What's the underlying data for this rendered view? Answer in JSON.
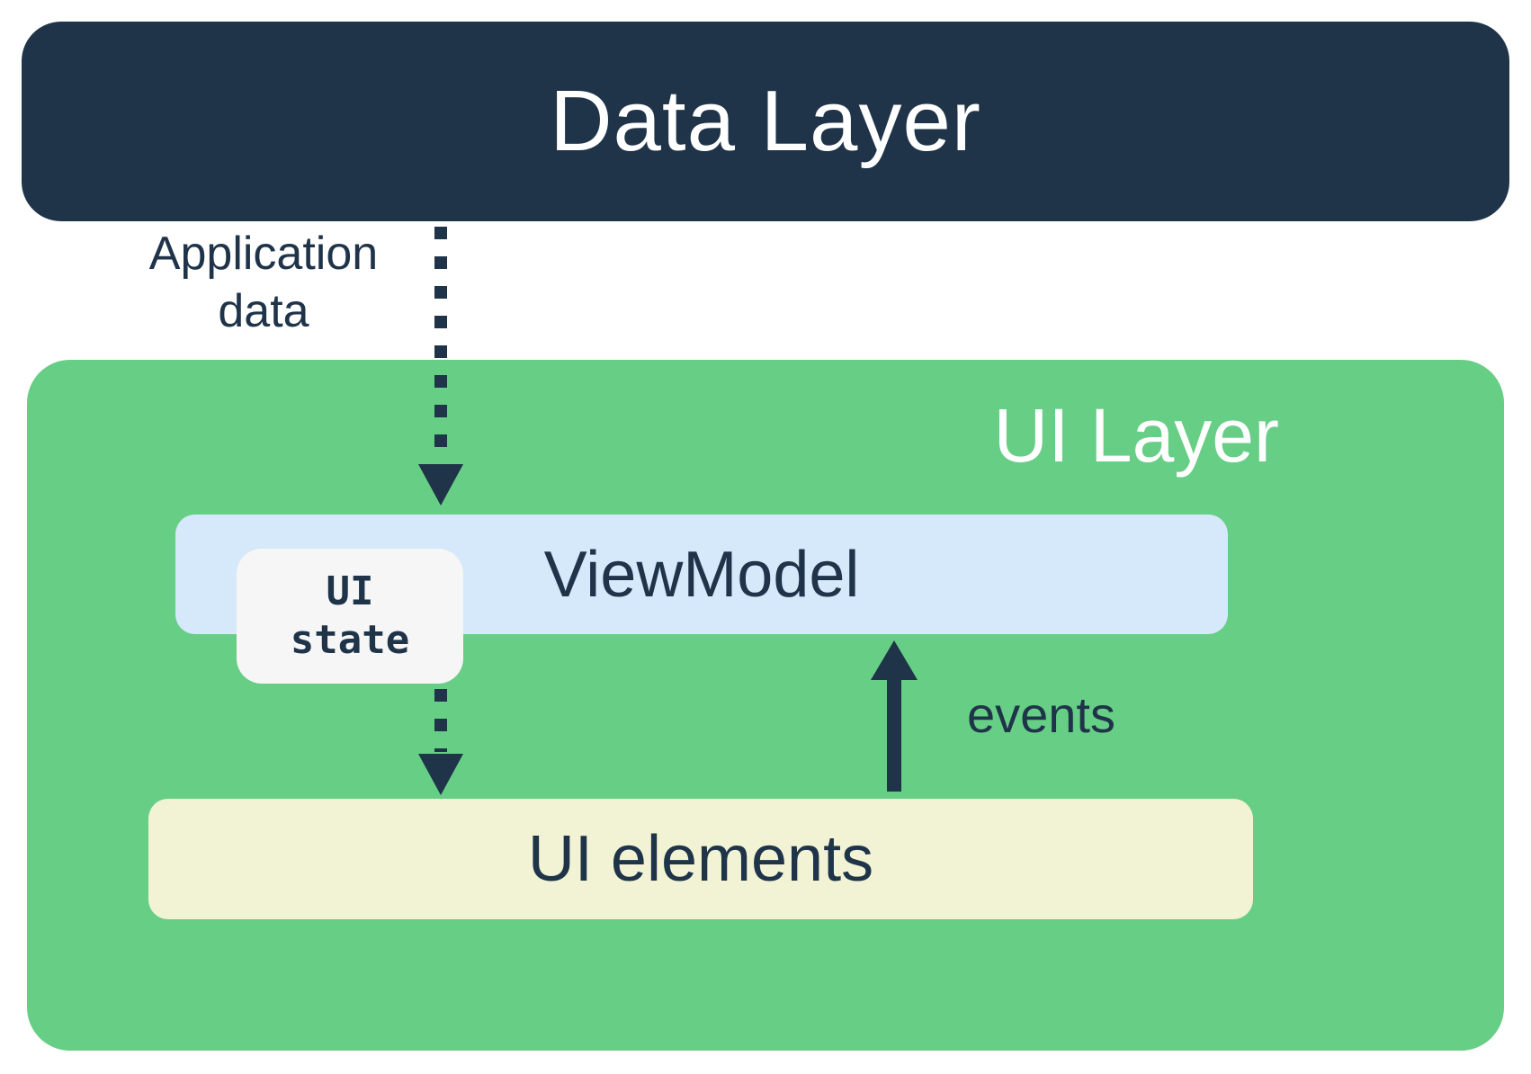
{
  "diagram": {
    "data_layer": {
      "label": "Data Layer"
    },
    "application_data": {
      "line1": "Application",
      "line2": "data"
    },
    "ui_layer": {
      "label": "UI Layer"
    },
    "viewmodel": {
      "label": "ViewModel"
    },
    "ui_state": {
      "line1": "UI",
      "line2": "state"
    },
    "events": {
      "label": "events"
    },
    "ui_elements": {
      "label": "UI elements"
    }
  },
  "colors": {
    "navy": "#1F3349",
    "green": "#67CE85",
    "light_blue": "#D6E9FB",
    "pale_yellow": "#F1F3D4",
    "state_bg": "#F5F6F5"
  }
}
